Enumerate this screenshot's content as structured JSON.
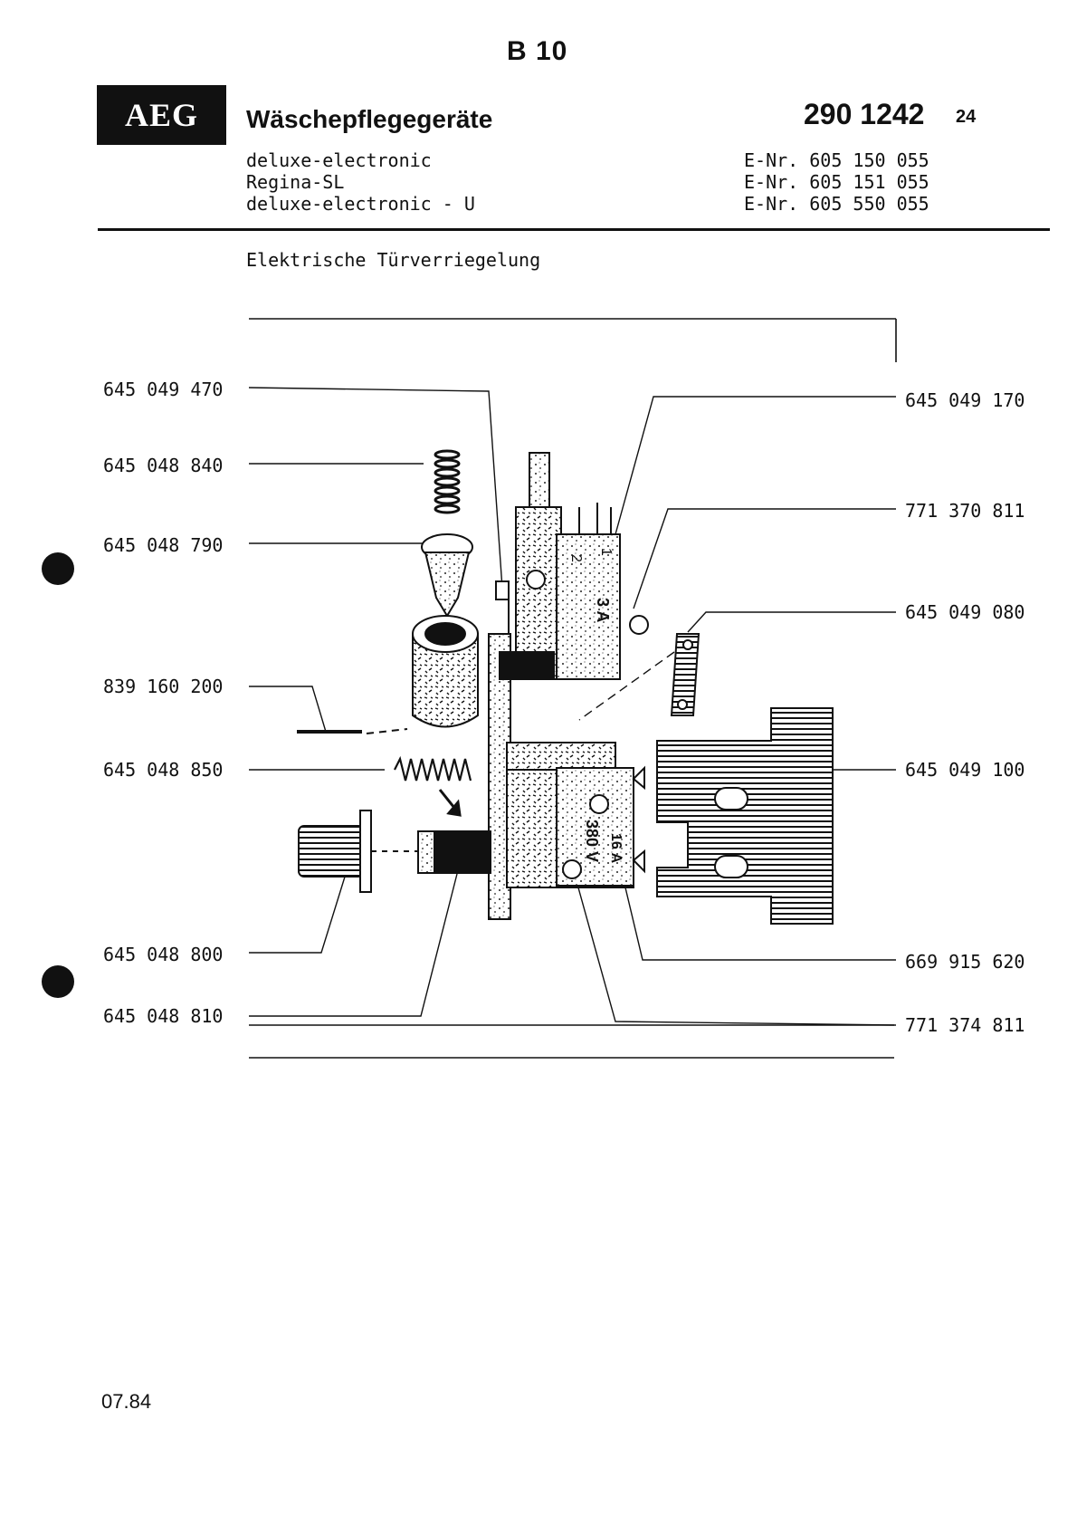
{
  "header": {
    "section_code": "B 10",
    "brand": "AEG",
    "product_group": "Wäschepflegegeräte",
    "doc_number": "290 1242",
    "doc_suffix": "24"
  },
  "models": [
    {
      "name": "deluxe-electronic",
      "enr": "E-Nr. 605 150 055"
    },
    {
      "name": "Regina-SL",
      "enr": "E-Nr. 605 151 055"
    },
    {
      "name": "deluxe-electronic - U",
      "enr": "E-Nr. 605 550 055"
    }
  ],
  "subtitle": "Elektrische Türverriegelung",
  "parts_left": [
    "645 049 470",
    "645 048 840",
    "645 048 790",
    "839 160 200",
    "645 048 850",
    "645 048 800",
    "645 048 810"
  ],
  "parts_right": [
    "645 049 170",
    "771 370 811",
    "645 049 080",
    "645 049 100",
    "669 915 620",
    "771 374 811"
  ],
  "diagram_markings": [
    "2",
    "1",
    "3 A",
    "380 V",
    "16 A"
  ],
  "footer": {
    "date": "07.84"
  }
}
